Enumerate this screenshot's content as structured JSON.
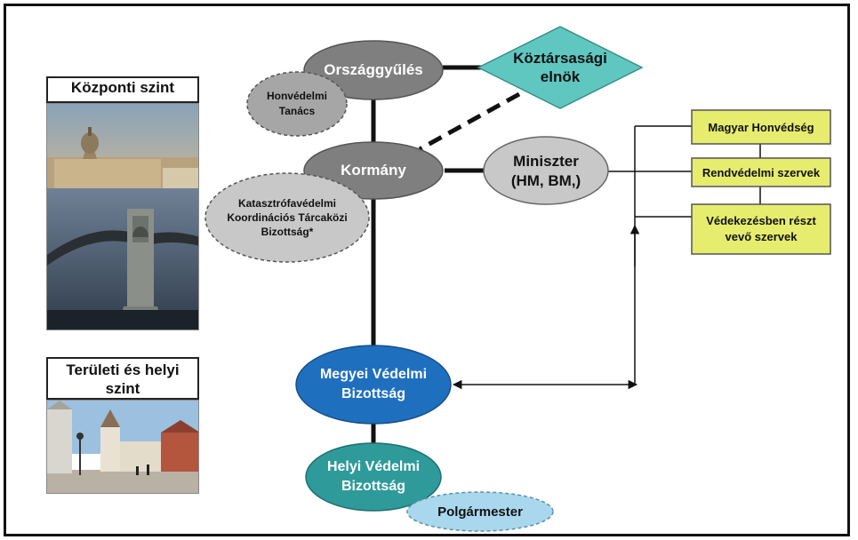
{
  "levels": {
    "central": "Központi szint",
    "regional": "Területi és helyi szint"
  },
  "nodes": {
    "orszaggyules": "Országgyűlés",
    "koztarsasagi_elnok": "Köztársasági elnök",
    "honvedelmi_tanacs": "Honvédelmi Tanács",
    "kormany": "Kormány",
    "katasztrofa_bizottsag": "Katasztrófavédelmi Koordinációs Tárcaközi Bizottság*",
    "miniszter": "Miniszter\n(HM, BM,)",
    "megyei": "Megyei Védelmi Bizottság",
    "helyi": "Helyi Védelmi Bizottság",
    "polgarmester": "Polgármester"
  },
  "forces": [
    "Magyar Honvédség",
    "Rendvédelmi szervek",
    "Védekezésben részt vevő szervek"
  ],
  "colors": {
    "dark_gray": "#7f7f7f",
    "mid_gray": "#a6a6a6",
    "light_gray": "#c8c8c8",
    "teal_diamond": "#5fc7c0",
    "blue": "#1f6fbf",
    "teal": "#2f9a9a",
    "light_blue": "#a9d8ee",
    "yellow_box": "#e6ec6e"
  }
}
